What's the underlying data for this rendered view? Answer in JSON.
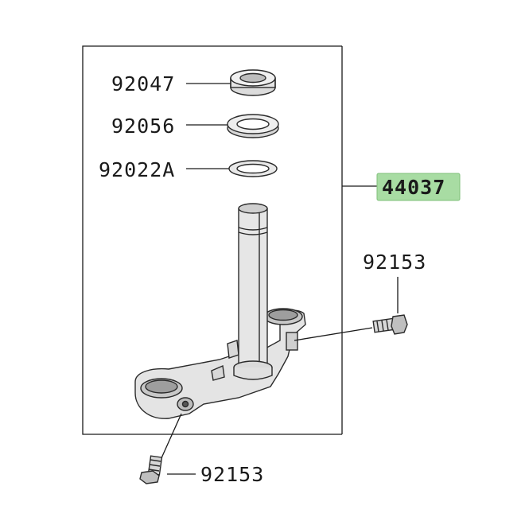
{
  "labels": {
    "cap": "92047",
    "seal": "92056",
    "washer": "92022A",
    "stem_assembly": "44037",
    "bolt_upper": "92153",
    "bolt_lower": "92153"
  },
  "colors": {
    "highlight": "#a8dca3",
    "line": "#1a1a1a",
    "part_fill": "#e8e8e8"
  }
}
